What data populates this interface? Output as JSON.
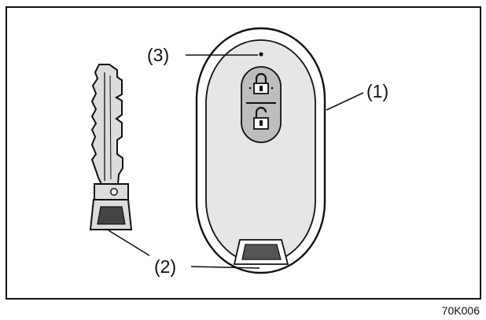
{
  "figure": {
    "callouts": {
      "fob": "(1)",
      "emergency_key": "(2)",
      "indicator_light": "(3)"
    },
    "code": "70K006",
    "icons": {
      "lock_button": "padlock-closed-icon",
      "unlock_button": "padlock-open-icon"
    },
    "colors": {
      "line": "#111111",
      "fob_face": "#e6e6e6",
      "button_pad": "#bdbdbd",
      "key_fill": "#dcdcdc"
    }
  }
}
